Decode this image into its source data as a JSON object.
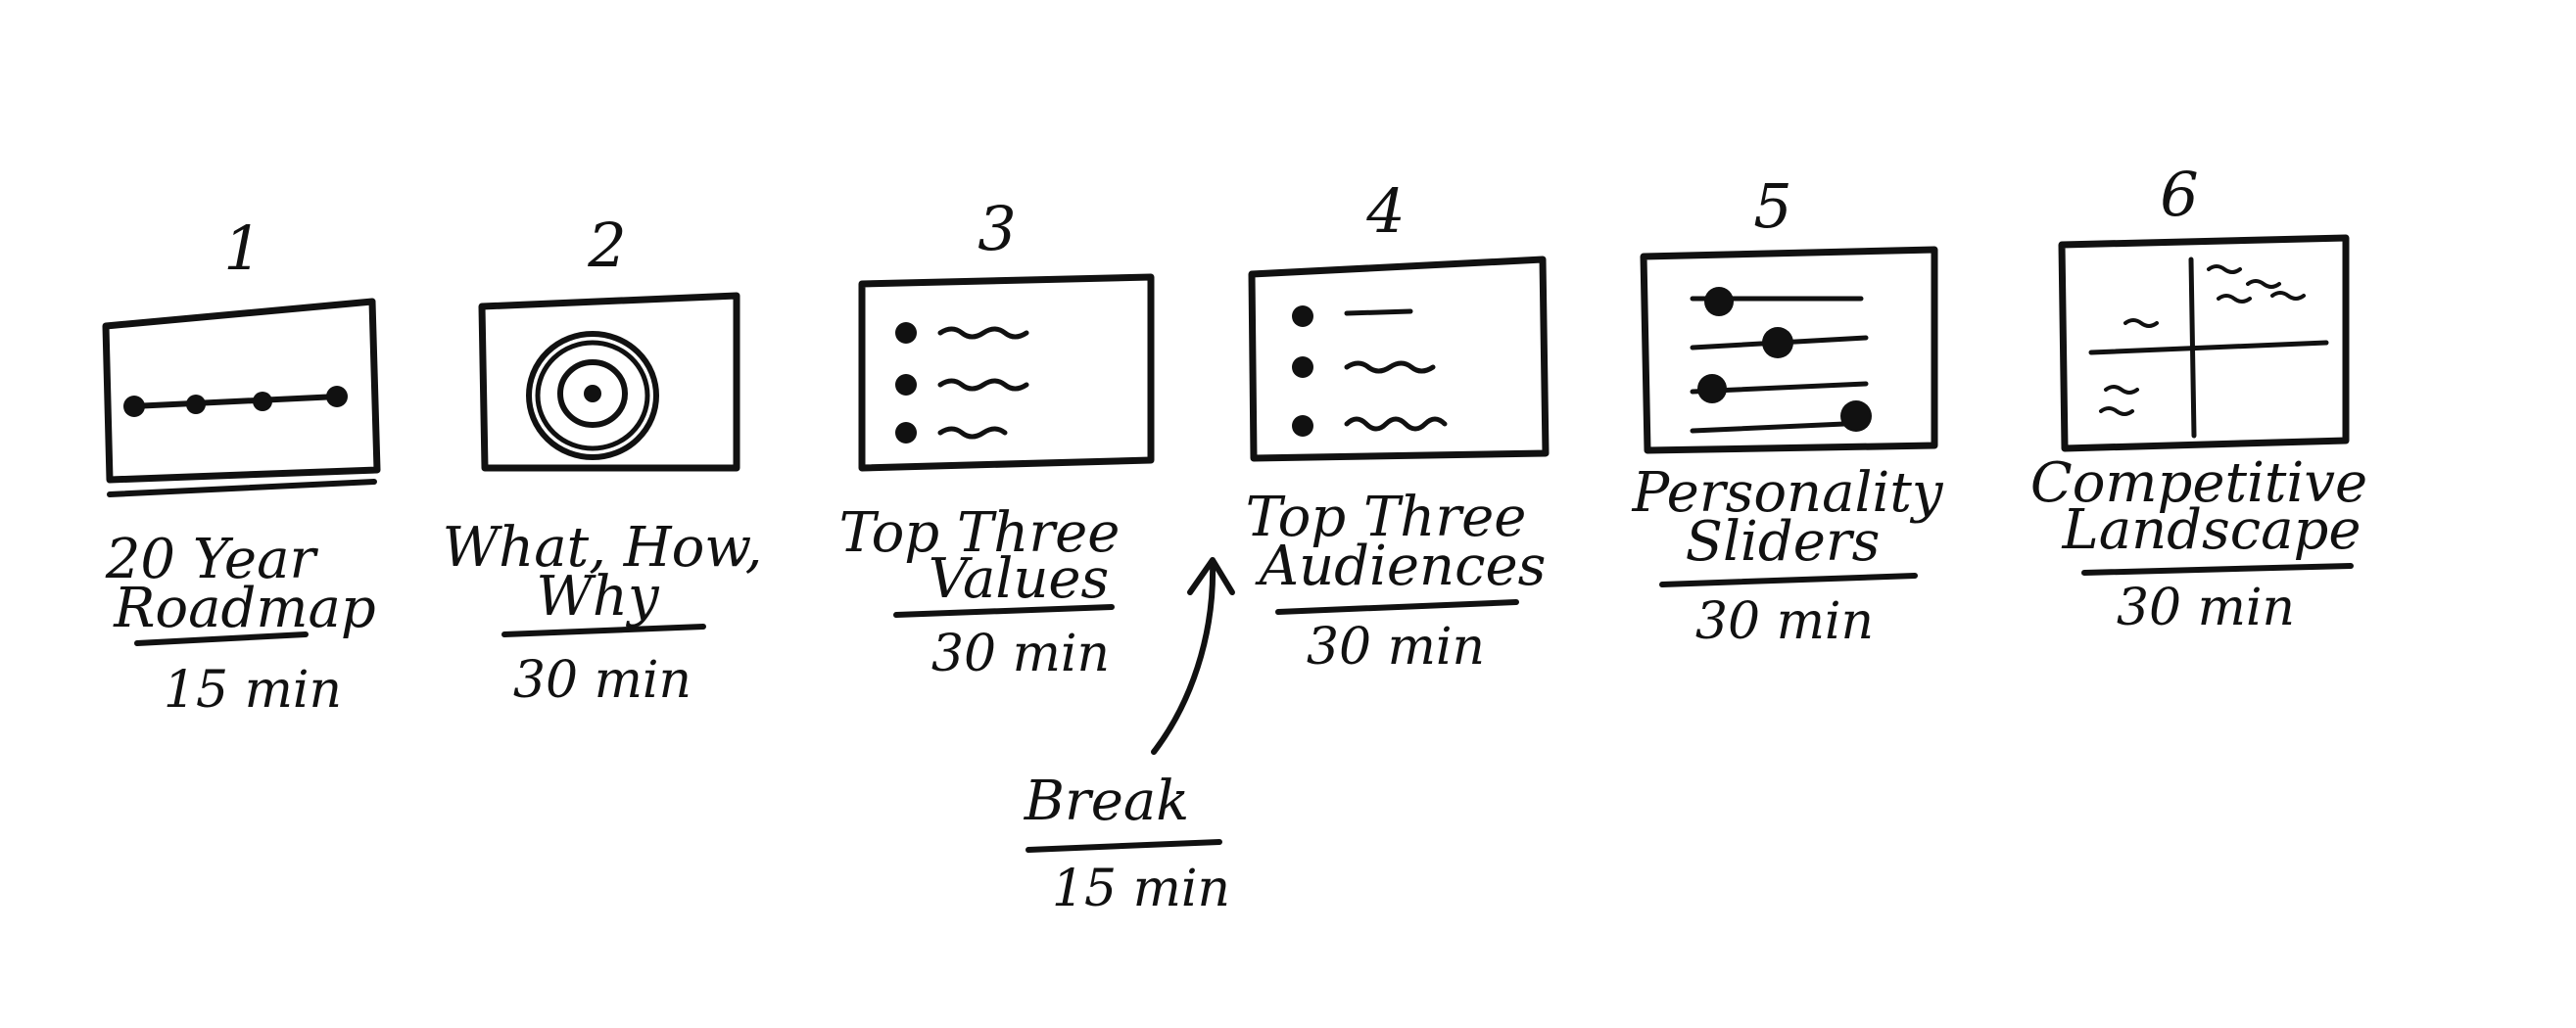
{
  "steps": [
    {
      "number": "1",
      "title_lines": [
        "20 Year",
        "Roadmap"
      ],
      "duration": "15 min",
      "thumbnail": "roadmap-timeline-icon"
    },
    {
      "number": "2",
      "title_lines": [
        "What, How,",
        "Why"
      ],
      "duration": "30 min",
      "thumbnail": "concentric-circles-icon"
    },
    {
      "number": "3",
      "title_lines": [
        "Top Three",
        "Values"
      ],
      "duration": "30 min",
      "thumbnail": "bullet-list-icon"
    },
    {
      "number": "4",
      "title_lines": [
        "Top Three",
        "Audiences"
      ],
      "duration": "30 min",
      "thumbnail": "bullet-list-icon"
    },
    {
      "number": "5",
      "title_lines": [
        "Personality",
        "Sliders"
      ],
      "duration": "30 min",
      "thumbnail": "sliders-icon"
    },
    {
      "number": "6",
      "title_lines": [
        "Competitive",
        "Landscape"
      ],
      "duration": "30 min",
      "thumbnail": "quadrant-chart-icon"
    }
  ],
  "break": {
    "label": "Break",
    "duration": "15 min"
  },
  "colors": {
    "ink": "#111111",
    "paper": "#ffffff"
  }
}
